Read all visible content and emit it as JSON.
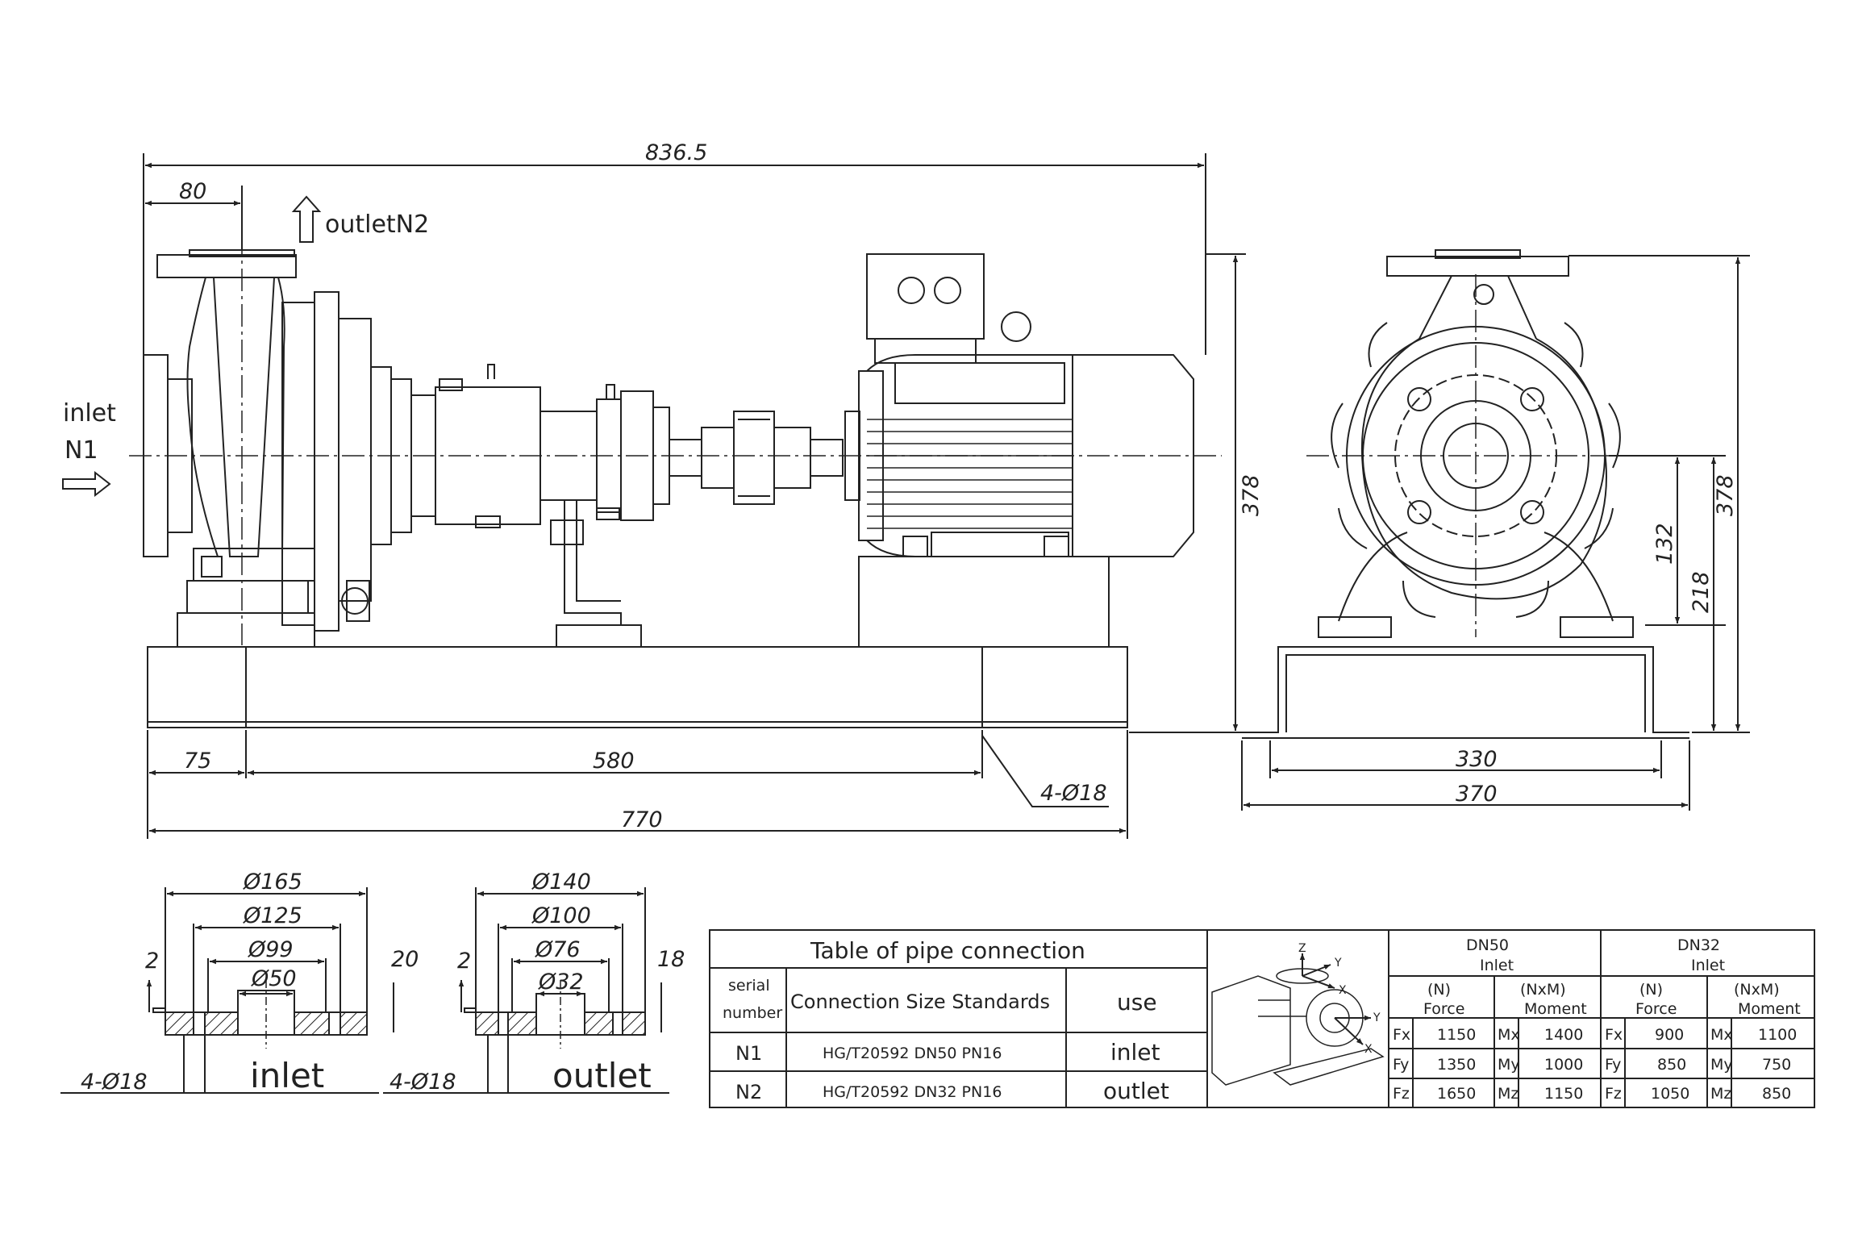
{
  "labels": {
    "inlet_label": "inlet",
    "inlet_tag": "N1",
    "outlet_label": "outletN2"
  },
  "dimensions": {
    "overall_length": "836.5",
    "flange_offset": "80",
    "height_side": "378",
    "height_end": "378",
    "base_edge": "75",
    "bolt_spacing": "580",
    "base_length": "770",
    "anchor_holes": "4-Ø18",
    "end_bolt_spacing": "330",
    "end_width": "370",
    "shaft_height": "132",
    "foot_height": "218"
  },
  "inlet_flange": {
    "d1": "Ø165",
    "d2": "Ø125",
    "d3": "Ø99",
    "d4": "Ø50",
    "raise": "2",
    "thickness": "20",
    "holes": "4-Ø18",
    "name": "inlet"
  },
  "outlet_flange": {
    "d1": "Ø140",
    "d2": "Ø100",
    "d3": "Ø76",
    "d4": "Ø32",
    "raise": "2",
    "thickness": "18",
    "holes": "4-Ø18",
    "name": "outlet"
  },
  "pipe_table": {
    "title": "Table of pipe connection",
    "col_serial_1": "serial",
    "col_serial_2": "number",
    "col_standard": "Connection Size Standards",
    "col_use": "use",
    "rows": [
      {
        "serial": "N1",
        "standard": "HG/T20592 DN50 PN16",
        "use": "inlet"
      },
      {
        "serial": "N2",
        "standard": "HG/T20592 DN32 PN16",
        "use": "outlet"
      }
    ]
  },
  "axes": {
    "z": "Z",
    "y": "Y",
    "x": "X"
  },
  "loads": {
    "dn50": {
      "title": "DN50",
      "sub": "Inlet"
    },
    "dn32": {
      "title": "DN32",
      "sub": "Inlet"
    },
    "force_unit": "(N)",
    "force_name": "Force",
    "moment_unit": "(NxM)",
    "moment_name": "Moment",
    "rows": [
      {
        "f": "Fx",
        "f50": "1150",
        "m": "Mx",
        "m50": "1400",
        "f32": "900",
        "m32": "1100"
      },
      {
        "f": "Fy",
        "f50": "1350",
        "m": "My",
        "m50": "1000",
        "f32": "850",
        "m32": "750"
      },
      {
        "f": "Fz",
        "f50": "1650",
        "m": "Mz",
        "m50": "1150",
        "f32": "1050",
        "m32": "850"
      }
    ]
  }
}
